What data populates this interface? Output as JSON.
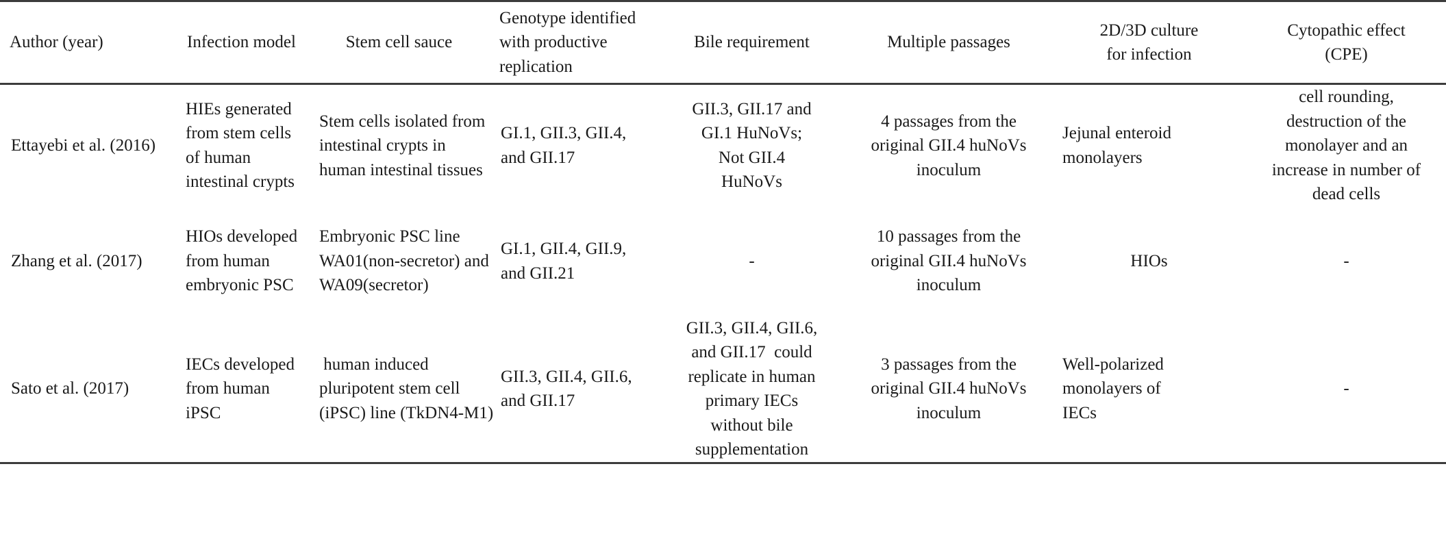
{
  "table": {
    "columns": [
      {
        "id": "author",
        "header": "Author (year)",
        "header_lines": [
          "Author (year)"
        ],
        "header_align": "left",
        "body_align": "left"
      },
      {
        "id": "model",
        "header": "Infection model",
        "header_lines": [
          "Infection model"
        ],
        "header_align": "center",
        "body_align": "left"
      },
      {
        "id": "source",
        "header": "Stem cell sauce",
        "header_lines": [
          "Stem cell sauce"
        ],
        "header_align": "center",
        "body_align": "left"
      },
      {
        "id": "genotype",
        "header": "Genotype identified with productive replication",
        "header_lines": [
          "Genotype identified",
          "with productive",
          "replication"
        ],
        "header_align": "left",
        "body_align": "left"
      },
      {
        "id": "bile",
        "header": "Bile requirement",
        "header_lines": [
          "Bile requirement"
        ],
        "header_align": "center",
        "body_align": "center"
      },
      {
        "id": "passages",
        "header": "Multiple passages",
        "header_lines": [
          "Multiple passages"
        ],
        "header_align": "center",
        "body_align": "center"
      },
      {
        "id": "culture",
        "header": "2D/3D culture for infection",
        "header_lines": [
          "2D/3D culture",
          "for infection"
        ],
        "header_align": "center",
        "body_align": "left"
      },
      {
        "id": "cpe",
        "header": "Cytopathic effect (CPE)",
        "header_lines": [
          "Cytopathic effect",
          "(CPE)"
        ],
        "header_align": "center",
        "body_align": "center"
      }
    ],
    "rows": [
      {
        "author": {
          "lines": [
            "Ettayebi et al. (2016)"
          ]
        },
        "model": {
          "lines": [
            "HIEs generated",
            "from stem cells",
            "of human",
            "intestinal crypts"
          ]
        },
        "source": {
          "lines": [
            "Stem cells isolated from",
            "intestinal crypts in",
            "human intestinal tissues"
          ]
        },
        "genotype": {
          "lines": [
            "GI.1, GII.3, GII.4,",
            "and GII.17"
          ]
        },
        "bile": {
          "lines": [
            "GII.3, GII.17 and",
            "GI.1 HuNoVs;",
            "Not GII.4",
            "HuNoVs"
          ]
        },
        "passages": {
          "lines": [
            "4 passages from the",
            "original GII.4 huNoVs",
            "inoculum"
          ]
        },
        "culture": {
          "lines": [
            "Jejunal enteroid",
            "monolayers"
          ]
        },
        "cpe": {
          "lines": [
            "cell rounding,",
            "destruction of the",
            "monolayer and an",
            "increase in number of",
            "dead cells"
          ]
        }
      },
      {
        "author": {
          "lines": [
            "Zhang et al. (2017)"
          ]
        },
        "model": {
          "lines": [
            "HIOs developed",
            "from human",
            "embryonic PSC"
          ]
        },
        "source": {
          "lines": [
            "Embryonic PSC line",
            "WA01(non-secretor) and",
            "WA09(secretor)"
          ]
        },
        "genotype": {
          "lines": [
            "GI.1, GII.4, GII.9,",
            "and GII.21"
          ]
        },
        "bile": {
          "lines": [
            "-"
          ]
        },
        "passages": {
          "lines": [
            "10 passages from the",
            "original GII.4 huNoVs",
            "inoculum"
          ]
        },
        "culture": {
          "lines": [
            "HIOs"
          ],
          "align": "center"
        },
        "cpe": {
          "lines": [
            "-"
          ]
        }
      },
      {
        "author": {
          "lines": [
            "Sato et al. (2017)"
          ]
        },
        "model": {
          "lines": [
            "IECs developed",
            "from human",
            "iPSC"
          ]
        },
        "source": {
          "lines": [
            " human induced",
            "pluripotent stem cell",
            "(iPSC) line (TkDN4-M1)"
          ]
        },
        "genotype": {
          "lines": [
            "GII.3, GII.4, GII.6,",
            "and GII.17"
          ]
        },
        "bile": {
          "lines": [
            "GII.3, GII.4, GII.6,",
            "and GII.17  could",
            "replicate in human",
            "primary IECs",
            "without bile",
            "supplementation"
          ]
        },
        "passages": {
          "lines": [
            "3 passages from the",
            "original GII.4 huNoVs",
            "inoculum"
          ]
        },
        "culture": {
          "lines": [
            "Well-polarized",
            "monolayers of",
            "IECs"
          ]
        },
        "cpe": {
          "lines": [
            "-"
          ]
        }
      }
    ]
  },
  "style": {
    "rule_color": "#3c3c3c",
    "text_color": "#1a1a1a",
    "background": "#ffffff"
  }
}
